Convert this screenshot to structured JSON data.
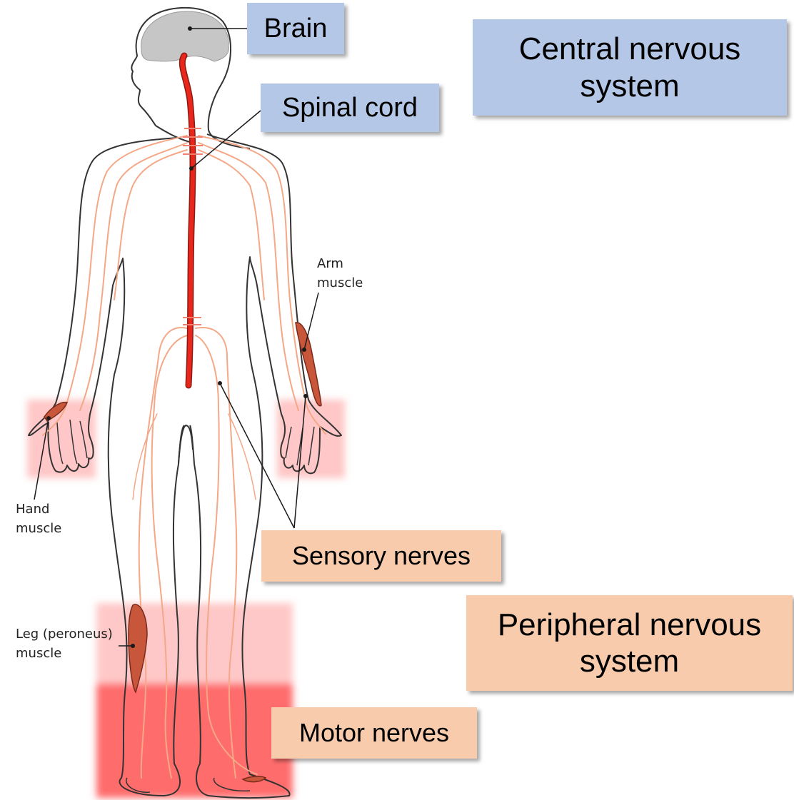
{
  "labels": {
    "brain": "Brain",
    "spinal_cord": "Spinal cord",
    "cns": "Central nervous\nsystem",
    "sensory": "Sensory nerves",
    "pns": "Peripheral nervous\nsystem",
    "motor": "Motor nerves",
    "arm_muscle": "Arm\nmuscle",
    "hand_muscle": "Hand\nmuscle",
    "leg_muscle": "Leg (peroneus)\nmuscle"
  },
  "colors": {
    "cns_box": "#b4c7e7",
    "pns_box": "#f8cbad",
    "highlight_pink": "#ff8a8a",
    "highlight_red": "#ff3030",
    "spinal_cord": "#e8261c",
    "nerve": "#f4a888",
    "muscle": "#c8563a",
    "brain": "#c8c8c8",
    "outline": "#333333"
  }
}
